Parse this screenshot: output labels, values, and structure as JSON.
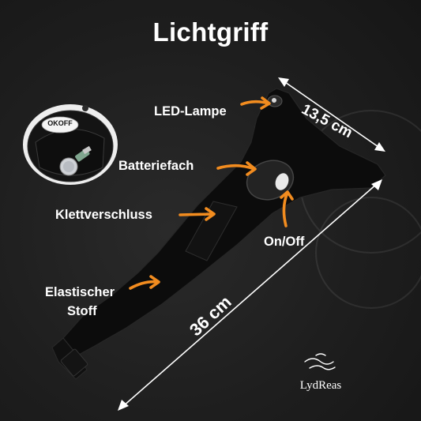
{
  "title": "Lichtgriff",
  "labels": {
    "led_lamp": "LED-Lampe",
    "battery": "Batteriefach",
    "velcro": "Klettverschluss",
    "elastic_line1": "Elastischer",
    "elastic_line2": "Stoff",
    "switch": "On/Off"
  },
  "dimensions": {
    "width": "13,5 cm",
    "length": "36 cm"
  },
  "inset": {
    "switch_label": "OKOFF"
  },
  "brand": {
    "name": "LydReas"
  },
  "colors": {
    "background": "#1b1b1b",
    "arrow": "#f28c1f",
    "text": "#ffffff",
    "product": "#0b0b0b"
  }
}
